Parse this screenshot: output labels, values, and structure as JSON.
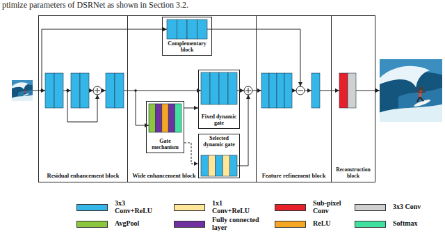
{
  "diagram": {
    "nodes": [
      {
        "text": [
          "Residual enhancement block"
        ]
      },
      {
        "text": [
          "Wide enhancement block"
        ]
      },
      {
        "text": [
          "Complementary block"
        ],
        "in": 1
      },
      {
        "text": [
          "Gate mechanism"
        ],
        "in": 1
      },
      {
        "text": [
          "Fixed dynamic gate"
        ],
        "in": 1
      },
      {
        "text": [
          "Selected dynamic gate"
        ],
        "in": 1
      },
      {
        "text": [
          "Feature refinement block"
        ]
      },
      {
        "text": [
          "Reconstruction block"
        ]
      }
    ],
    "edges": [
      {
        "from": 3,
        "to": 4,
        "arrow": "to"
      },
      {
        "from": 3,
        "to": 5,
        "arrow": "to"
      }
    ],
    "labels": [
      "ptimize parameters of DSRNet as shown in Section 3.2."
    ],
    "legend": [
      {
        "text": "3x3 Conv+ReLU",
        "color": "#35B6E8"
      },
      {
        "text": "1x1 Conv+ReLU",
        "color": "#FFE699"
      },
      {
        "text": "Sub-pixel Conv",
        "color": "#E8202A"
      },
      {
        "text": "3x3 Conv",
        "color": "#D0D0D0"
      },
      {
        "text": "AvgPool",
        "color": "#8CC63F"
      },
      {
        "text": "Fully connected layer",
        "color": "#7030A0"
      },
      {
        "text": "ReLU",
        "color": "#F5A623"
      },
      {
        "text": "Softmax",
        "color": "#40E0A0"
      }
    ]
  }
}
